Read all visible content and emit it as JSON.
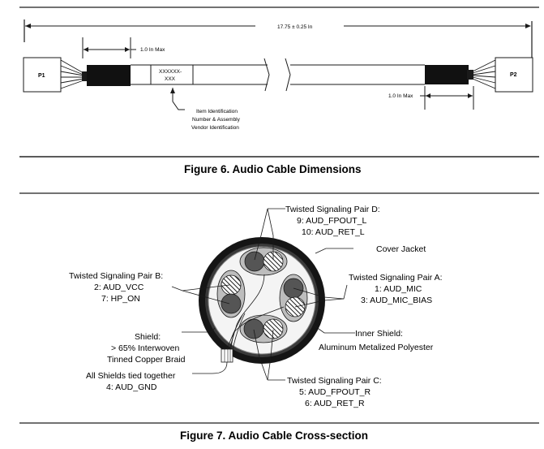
{
  "figure6": {
    "caption": "Figure 6.  Audio Cable Dimensions",
    "overall_length": "17.75 ± 0.25 In",
    "connector_left": "P1",
    "connector_right": "P2",
    "boot_left_dim": "1.0 In Max",
    "boot_right_dim": "1.0 In Max",
    "label_line1": "XXXXXX-",
    "label_line2": "XXX",
    "callout": [
      "Item Identification",
      "Number & Assembly",
      "Vendor Identification"
    ]
  },
  "figure7": {
    "caption": "Figure 7.  Audio Cable Cross-section",
    "pair_d": [
      "Twisted Signaling Pair D:",
      "9: AUD_FPOUT_L",
      "10: AUD_RET_L"
    ],
    "cover_jacket": "Cover Jacket",
    "pair_a": [
      "Twisted Signaling Pair A:",
      "1: AUD_MIC",
      "3: AUD_MIC_BIAS"
    ],
    "inner_shield": [
      "Inner Shield:",
      "Aluminum Metalized Polyester"
    ],
    "pair_c": [
      "Twisted Signaling Pair C:",
      "5: AUD_FPOUT_R",
      "6: AUD_RET_R"
    ],
    "pair_b": [
      "Twisted Signaling Pair B:",
      "2: AUD_VCC",
      "7: HP_ON"
    ],
    "shield": [
      "Shield:",
      "> 65% Interwoven",
      "Tinned Copper Braid"
    ],
    "ground": [
      "All Shields tied together",
      "4: AUD_GND"
    ]
  },
  "colors": {
    "ink": "#1a1a1a",
    "conductor": "#555555",
    "pair_jacket": "#bdbdbd",
    "jacket": "#151515"
  }
}
